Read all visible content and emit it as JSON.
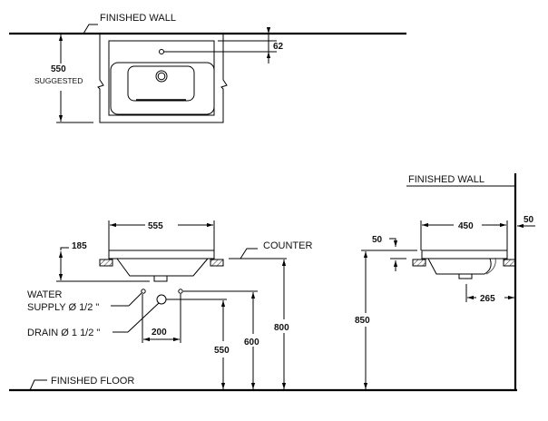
{
  "plan_view": {
    "wall_label": "FINISHED  WALL",
    "depth_dim": "550",
    "depth_note": "SUGGESTED",
    "tap_offset_dim": "62"
  },
  "front_view": {
    "width_dim": "555",
    "height_dim": "185",
    "counter_label": "COUNTER",
    "water_supply_label_1": "WATER",
    "water_supply_label_2": "SUPPLY Ø 1/2 \"",
    "drain_label": "DRAIN Ø 1 1/2 \"",
    "supply_spacing_dim": "200",
    "drain_height_dim": "550",
    "supply_height_dim": "600",
    "counter_height_dim": "800",
    "floor_label": "FINISHED  FLOOR"
  },
  "side_view": {
    "wall_label": "FINISHED  WALL",
    "depth_dim": "450",
    "rim_dim": "50",
    "wall_gap_dim": "50",
    "drain_offset_dim": "265",
    "top_height_dim": "850"
  }
}
